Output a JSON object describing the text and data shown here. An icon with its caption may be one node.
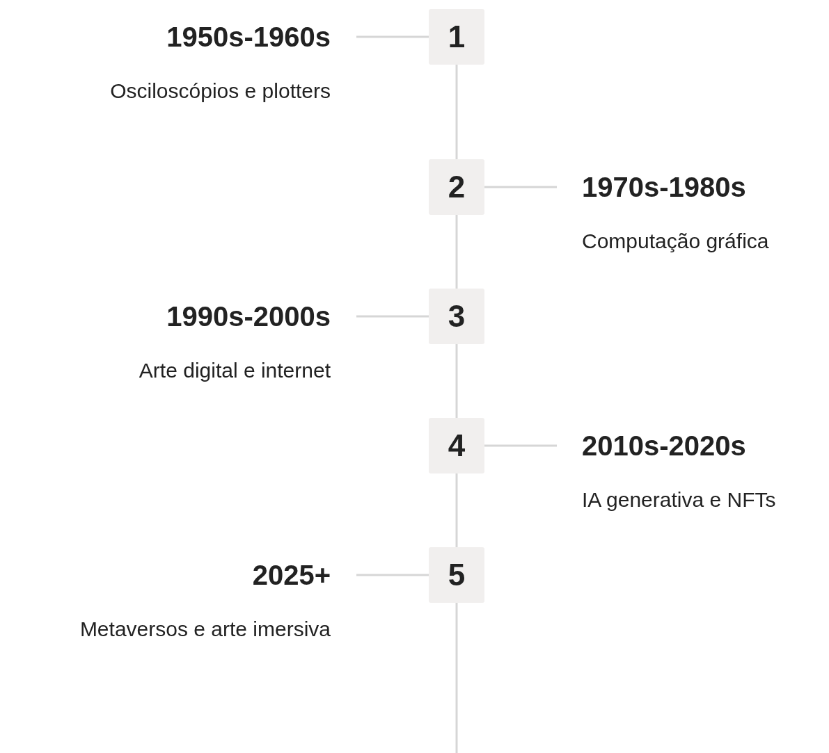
{
  "diagram": {
    "nodes": [
      {
        "text": [
          "1950s-1960s",
          "Osciloscópios e plotters"
        ]
      },
      {
        "text": [
          "1"
        ]
      },
      {
        "text": [
          "2"
        ]
      },
      {
        "text": [
          "1970s-1980s",
          "Computação gráfica"
        ]
      },
      {
        "text": [
          "1990s-2000s",
          "Arte digital e internet"
        ]
      },
      {
        "text": [
          "3"
        ]
      },
      {
        "text": [
          "4"
        ]
      },
      {
        "text": [
          "2010s-2020s",
          "IA generativa e NFTs"
        ]
      },
      {
        "text": [
          "2025+",
          "Metaversos e arte imersiva"
        ]
      },
      {
        "text": [
          "5"
        ]
      }
    ],
    "edges": [
      {
        "from": 0,
        "to": 1,
        "arrow": "none"
      },
      {
        "from": 2,
        "to": 3,
        "arrow": "none"
      },
      {
        "from": 4,
        "to": 5,
        "arrow": "none"
      },
      {
        "from": 6,
        "to": 7,
        "arrow": "none"
      },
      {
        "from": 8,
        "to": 9,
        "arrow": "none"
      },
      {
        "from": 1,
        "to": 2,
        "arrow": "none"
      },
      {
        "from": 2,
        "to": 5,
        "arrow": "none"
      },
      {
        "from": 5,
        "to": 6,
        "arrow": "none"
      },
      {
        "from": 6,
        "to": 9,
        "arrow": "none"
      },
      {
        "from": 9,
        "to": null,
        "arrow": "none"
      }
    ]
  }
}
